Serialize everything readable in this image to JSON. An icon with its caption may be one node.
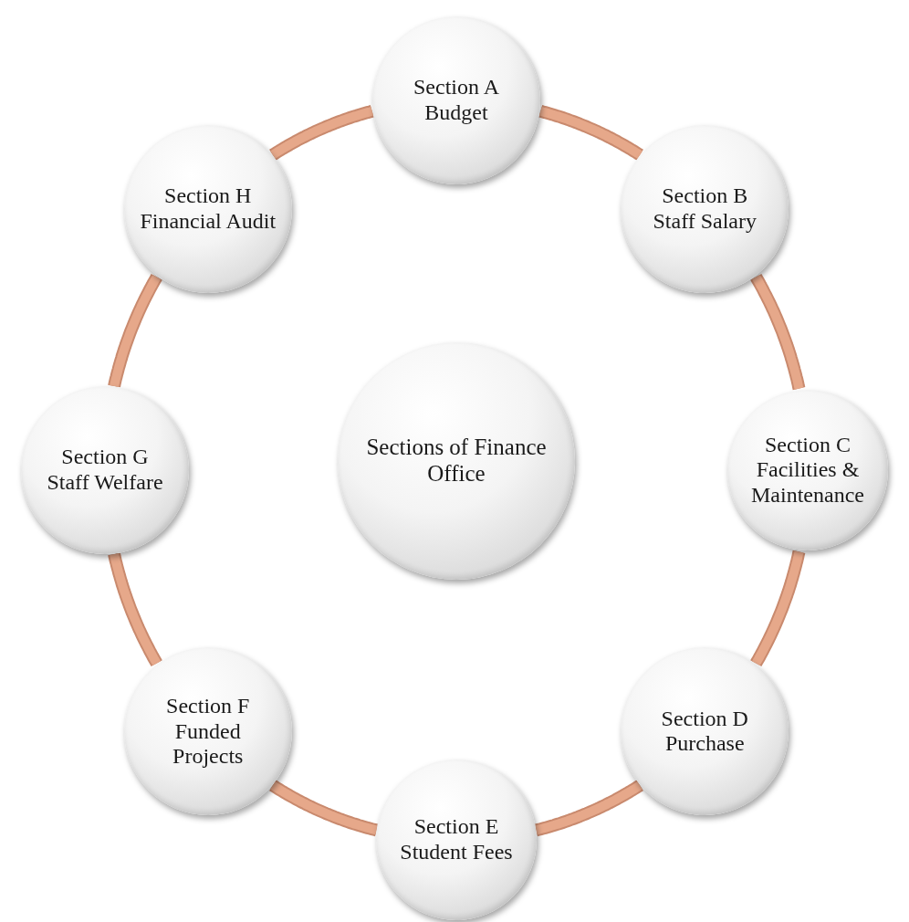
{
  "diagram": {
    "nodes": [
      {
        "text": [
          "Section A",
          "Budget"
        ]
      },
      {
        "text": [
          "Section B",
          "Staff Salary"
        ]
      },
      {
        "text": [
          "Section C",
          "Facilities & Maintenance"
        ]
      },
      {
        "text": [
          "Section D",
          "Purchase"
        ]
      },
      {
        "text": [
          "Section E",
          "Student Fees"
        ]
      },
      {
        "text": [
          "Section F",
          "Funded Projects"
        ]
      },
      {
        "text": [
          "Section G",
          "Staff Welfare"
        ]
      },
      {
        "text": [
          "Section H",
          "Financial Audit"
        ]
      },
      {
        "text": [
          "Sections of Finance Office"
        ]
      }
    ],
    "edges": [
      {
        "from": 0,
        "to": 1,
        "arrow": "none"
      },
      {
        "from": 1,
        "to": 2,
        "arrow": "none"
      },
      {
        "from": 2,
        "to": 3,
        "arrow": "none"
      },
      {
        "from": 3,
        "to": 4,
        "arrow": "none"
      },
      {
        "from": 4,
        "to": 5,
        "arrow": "none"
      },
      {
        "from": 5,
        "to": 6,
        "arrow": "none"
      },
      {
        "from": 6,
        "to": 7,
        "arrow": "none"
      },
      {
        "from": 7,
        "to": 0,
        "arrow": "none"
      }
    ]
  }
}
